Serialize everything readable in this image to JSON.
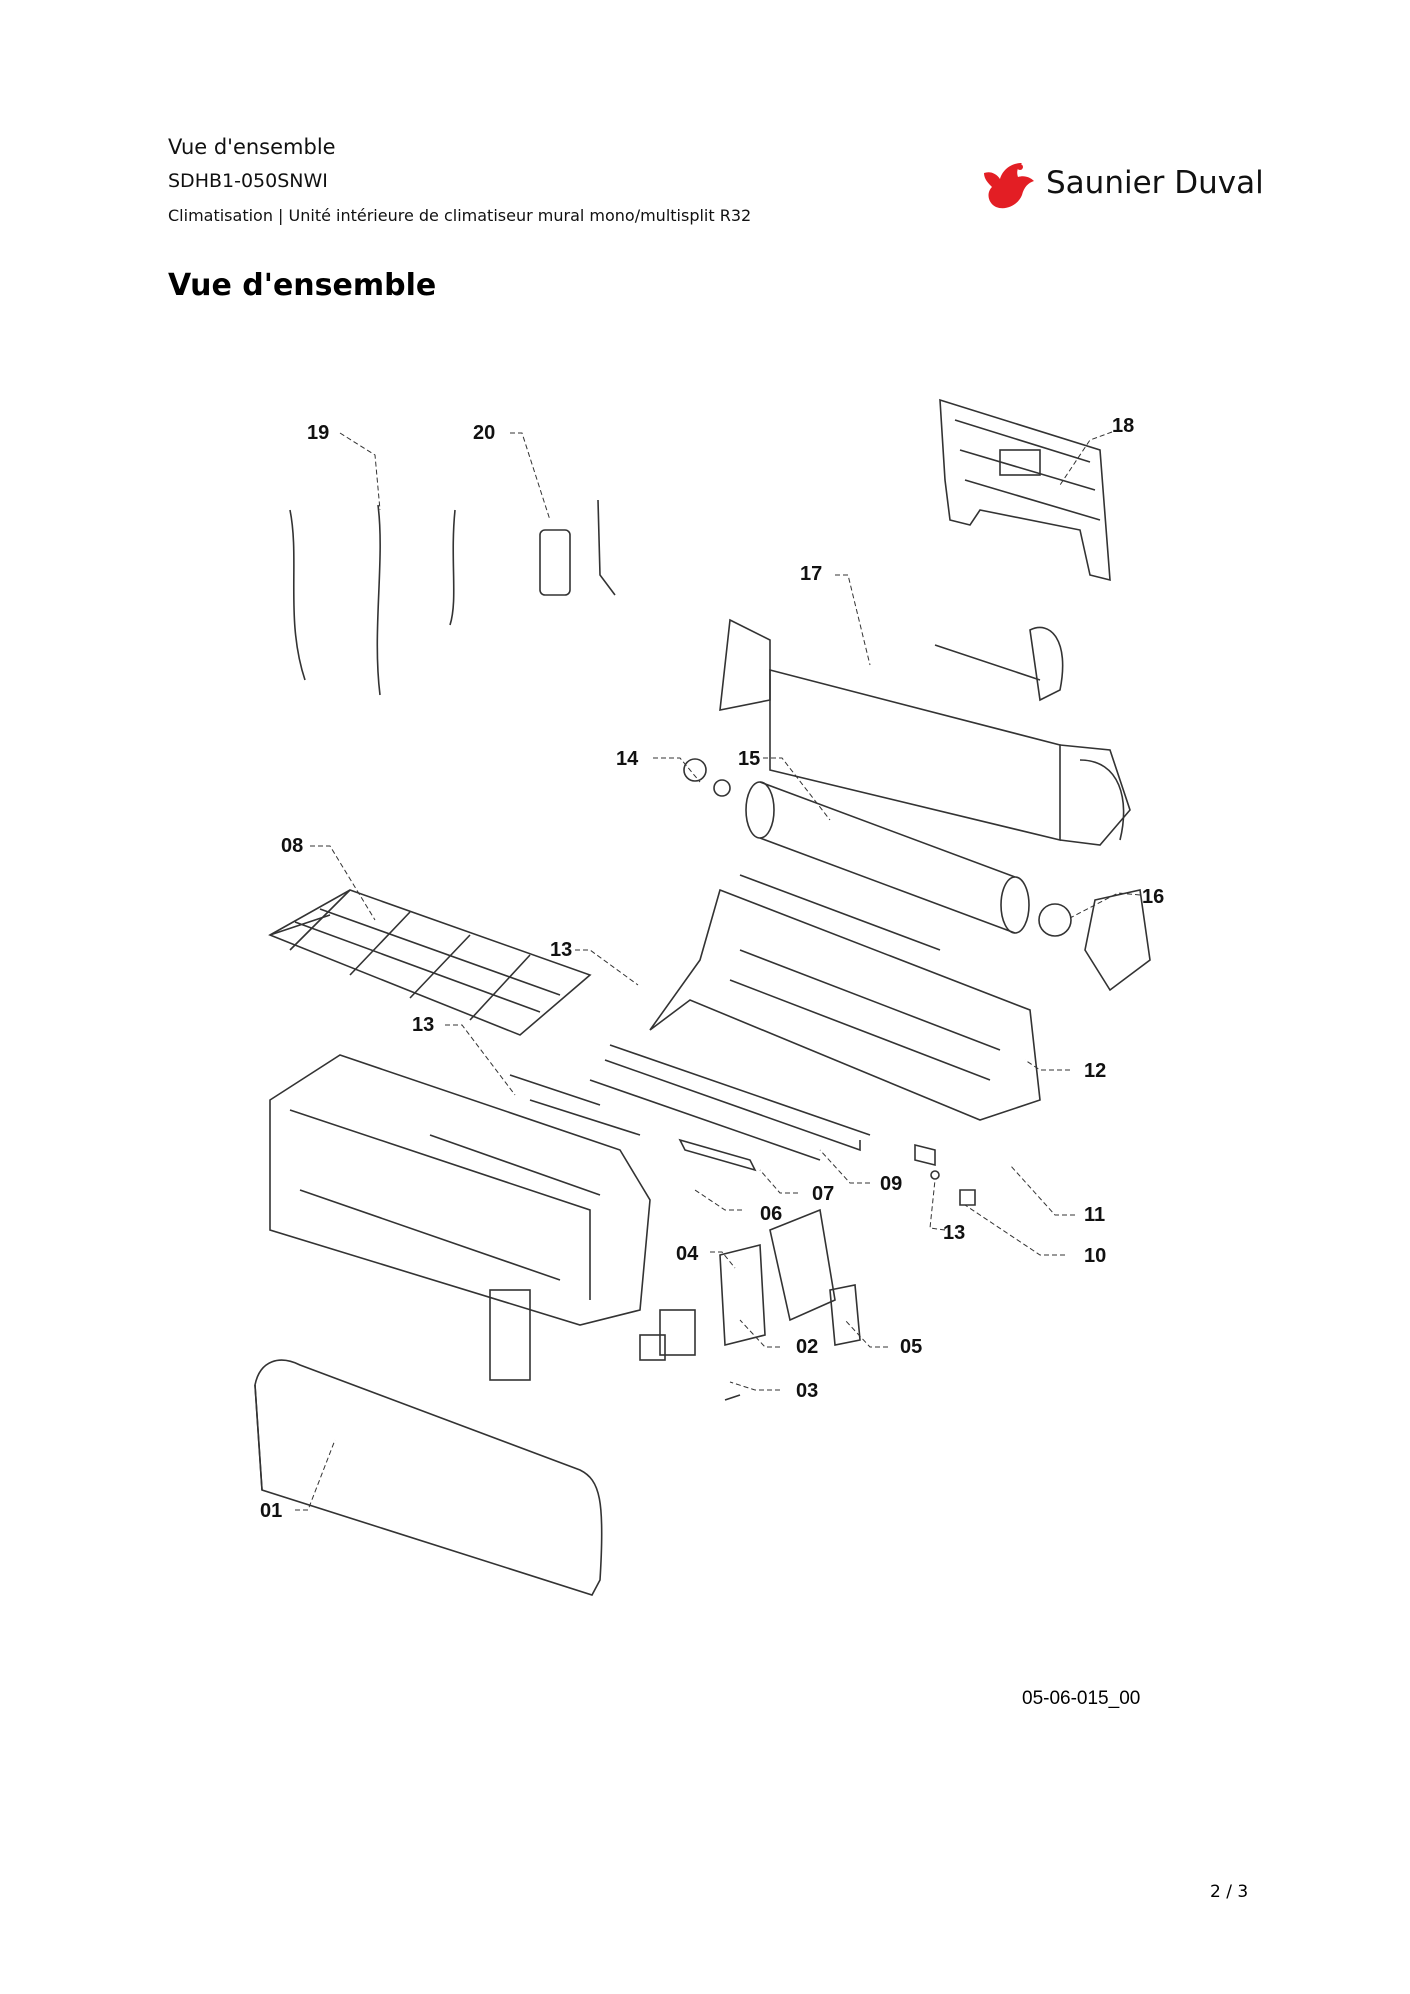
{
  "header": {
    "section": "Vue d'ensemble",
    "model": "SDHB1-050SNWI",
    "category": "Climatisation | Unité intérieure de climatiseur mural mono/multisplit R32"
  },
  "brand": {
    "name": "Saunier Duval",
    "color": "#e31e24"
  },
  "heading": "Vue d'ensemble",
  "callouts": {
    "c01": "01",
    "c02": "02",
    "c03": "03",
    "c04": "04",
    "c05": "05",
    "c06": "06",
    "c07": "07",
    "c08": "08",
    "c09": "09",
    "c10": "10",
    "c11": "11",
    "c12": "12",
    "c13a": "13",
    "c13b": "13",
    "c13c": "13",
    "c14": "14",
    "c15": "15",
    "c16": "16",
    "c17": "17",
    "c18": "18",
    "c19": "19",
    "c20": "20"
  },
  "drawing_ref": "05-06-015_00",
  "page_number": "2 / 3"
}
